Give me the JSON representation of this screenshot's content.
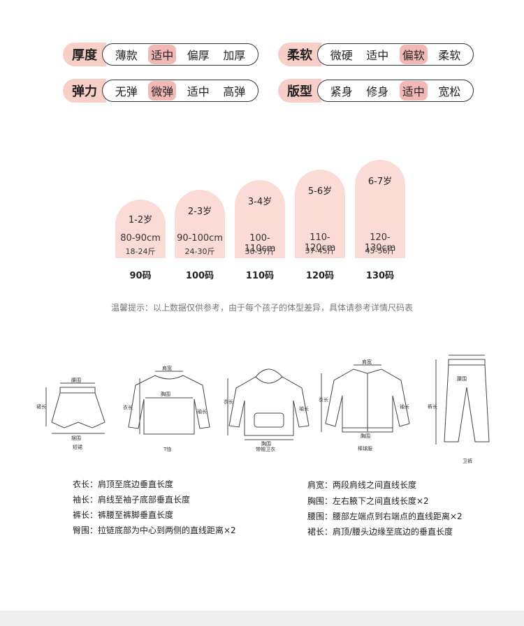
{
  "attributes": [
    {
      "label": "厚度",
      "options": [
        "薄款",
        "适中",
        "偏厚",
        "加厚"
      ],
      "selected": 1
    },
    {
      "label": "柔软",
      "options": [
        "微硬",
        "适中",
        "偏软",
        "柔软"
      ],
      "selected": 2
    },
    {
      "label": "弹力",
      "options": [
        "无弹",
        "微弹",
        "适中",
        "高弹"
      ],
      "selected": 1
    },
    {
      "label": "版型",
      "options": [
        "紧身",
        "修身",
        "适中",
        "宽松"
      ],
      "selected": 2
    }
  ],
  "sizes": [
    {
      "age": "1-2岁",
      "height": "80-90cm",
      "weight": "18-24斤",
      "code": "90码"
    },
    {
      "age": "2-3岁",
      "height": "90-100cm",
      "weight": "24-30斤",
      "code": "100码"
    },
    {
      "age": "3-4岁",
      "height": "100-110cm",
      "weight": "30-37斤",
      "code": "110码"
    },
    {
      "age": "5-6岁",
      "height": "110-120cm",
      "weight": "37-45斤",
      "code": "120码"
    },
    {
      "age": "6-7岁",
      "height": "120-130cm",
      "weight": "45-56斤",
      "code": "130码"
    }
  ],
  "tip": "温馨提示：以上数据仅供参考，由于每个孩子的体型差异，具体请参考详情尺码表",
  "garments": [
    {
      "name": "短裙",
      "labels": [
        "腰围",
        "裙长",
        "摆围"
      ]
    },
    {
      "name": "T恤",
      "labels": [
        "肩宽",
        "胸围",
        "衣长",
        "袖长"
      ]
    },
    {
      "name": "带帽卫衣",
      "labels": [
        "衣长",
        "袖长",
        "胸围"
      ]
    },
    {
      "name": "棒球服",
      "labels": [
        "肩宽",
        "胸围",
        "衣长",
        "袖长"
      ]
    },
    {
      "name": "卫裤",
      "labels": [
        "腰围",
        "裤长"
      ]
    }
  ],
  "definitions_left": [
    "衣长：肩顶至底边垂直长度",
    "袖长：肩线至袖子底部垂直长度",
    "裤长：裤腰至裤脚垂直长度",
    "臀围：拉链底部为中心到两侧的直线距离×2"
  ],
  "definitions_right": [
    "肩宽：两段肩线之间直线长度",
    "胸围：左右腋下之间直线长度×2",
    "腰围：腰部左端点到右端点的直线距离×2",
    "裙长：肩顶/腰头边缘至底边的垂直长度"
  ],
  "colors": {
    "accent": "#f7cfc6",
    "selected": "#f2b8b5",
    "arch": "#fadbd5"
  }
}
